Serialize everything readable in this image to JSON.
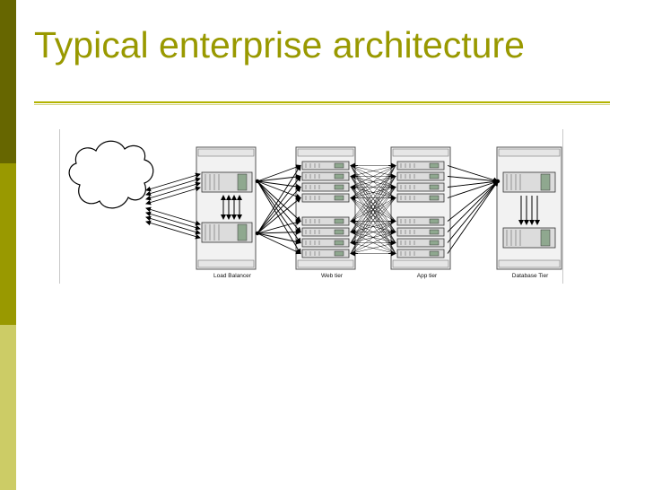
{
  "slide": {
    "title": "Typical enterprise architecture",
    "accent_color": "#999900",
    "sidebar_colors": [
      "#666600",
      "#999900",
      "#cccc66",
      "#999900"
    ]
  },
  "diagram": {
    "nodes": {
      "internet": {
        "icon": "cloud-icon"
      },
      "load_balancer": {
        "label": "Load Balancer",
        "units": 2,
        "icon": "server-rack-icon"
      },
      "web_tier": {
        "label": "Web tier",
        "units": 8,
        "icon": "server-rack-icon"
      },
      "app_tier": {
        "label": "App tier",
        "units": 8,
        "icon": "server-rack-icon"
      },
      "database_tier": {
        "label": "Database Tier",
        "units": 2,
        "icon": "server-rack-icon"
      }
    },
    "connections": [
      "internet <-> load_balancer",
      "load_balancer <-> web_tier",
      "web_tier <-> app_tier",
      "app_tier <-> database_tier"
    ]
  }
}
